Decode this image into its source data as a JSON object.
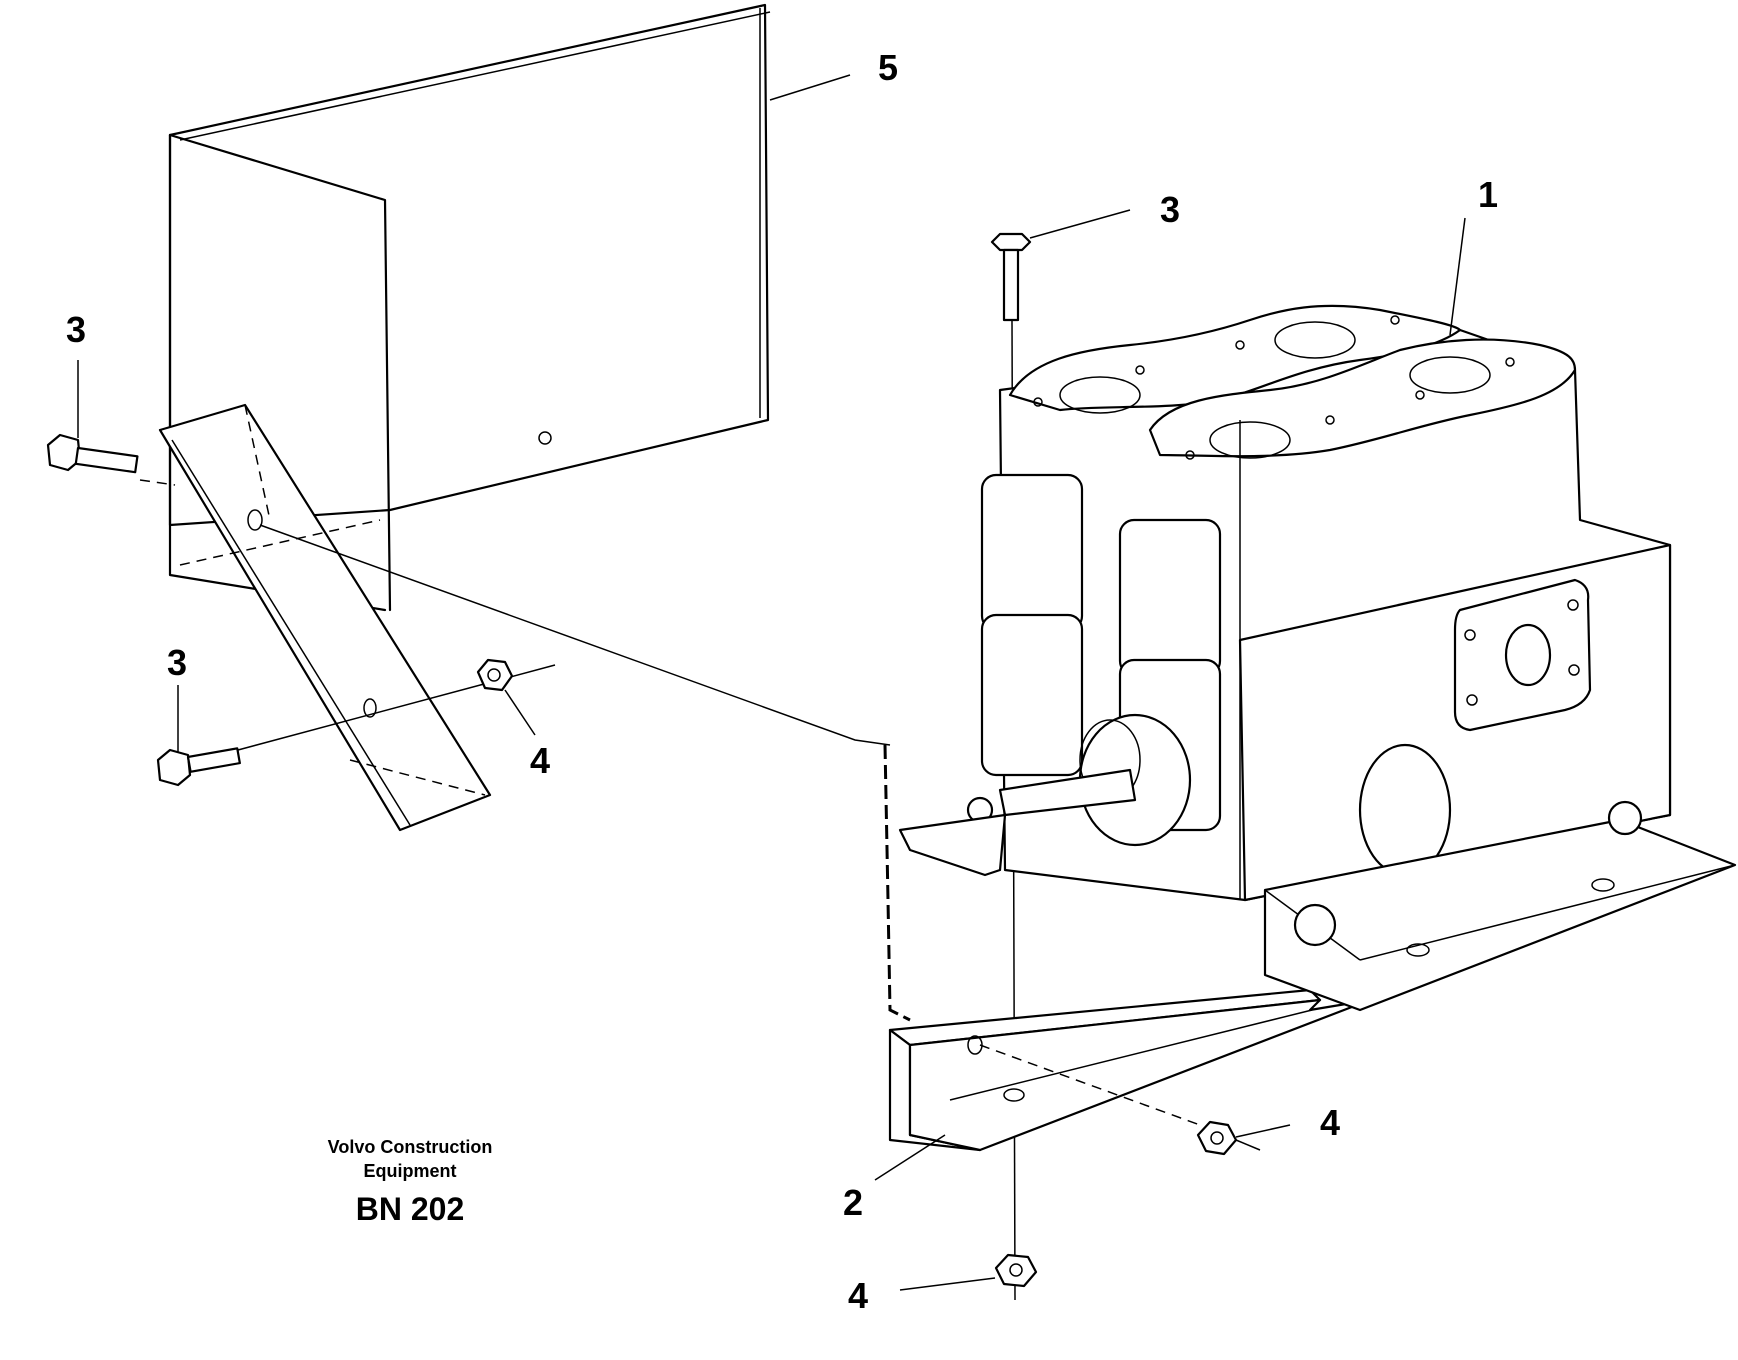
{
  "callouts": [
    {
      "id": "c5",
      "label": "5"
    },
    {
      "id": "c1",
      "label": "1"
    },
    {
      "id": "c3a",
      "label": "3"
    },
    {
      "id": "c3b",
      "label": "3"
    },
    {
      "id": "c3c",
      "label": "3"
    },
    {
      "id": "c4a",
      "label": "4"
    },
    {
      "id": "c4b",
      "label": "4"
    },
    {
      "id": "c4c",
      "label": "4"
    },
    {
      "id": "c2",
      "label": "2"
    }
  ],
  "caption": {
    "line1": "Volvo Construction",
    "line2": "Equipment",
    "code": "BN 202"
  }
}
